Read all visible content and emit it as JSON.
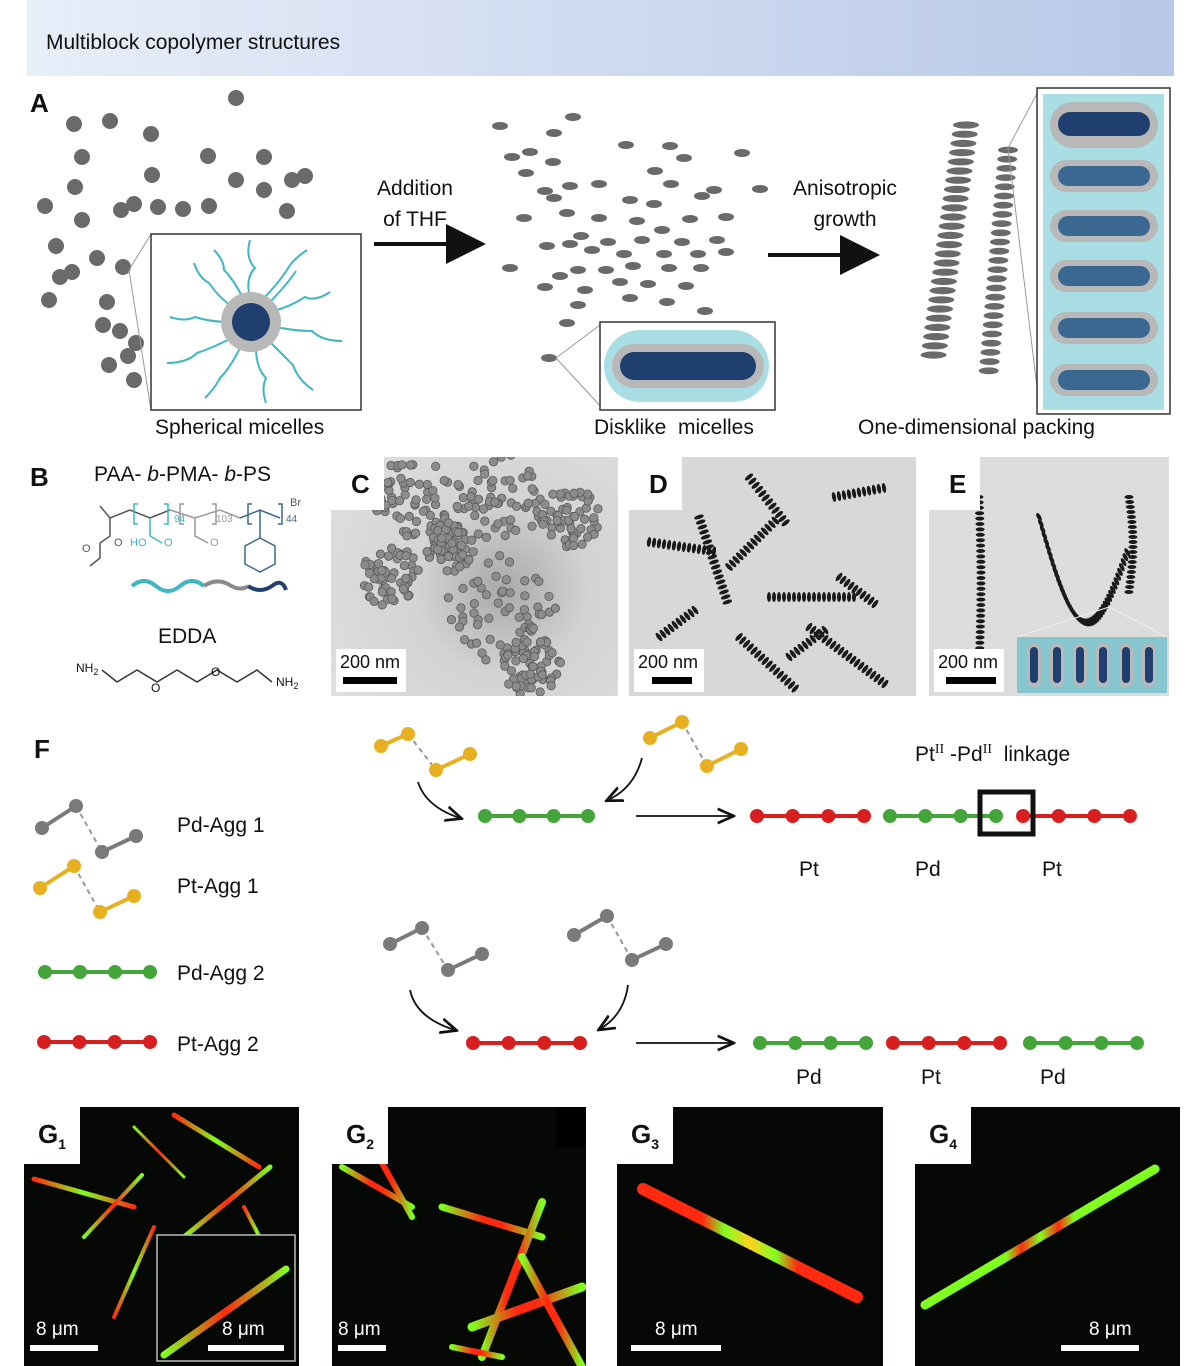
{
  "header": {
    "title": "Multiblock copolymer structures"
  },
  "panels": {
    "a": "A",
    "b": "B",
    "c": "C",
    "d": "D",
    "e": "E",
    "f": "F",
    "g1": "G",
    "g2": "G",
    "g3": "G",
    "g4": "G",
    "g1_sub": "1",
    "g2_sub": "2",
    "g3_sub": "3",
    "g4_sub": "4"
  },
  "panel_a": {
    "step1_line1": "Addition",
    "step1_line2": "of THF",
    "step2_line1": "Anisotropic",
    "step2_line2": "growth",
    "label_spherical": "Spherical micelles",
    "label_disklike": "Disklike  micelles",
    "label_packing": "One-dimensional packing"
  },
  "panel_b": {
    "polymer_prefix": "PAA- ",
    "polymer_b1": "b",
    "polymer_mid": "-PMA- ",
    "polymer_b2": "b",
    "polymer_suffix": "-PS",
    "sub_94": "94",
    "sub_103": "103",
    "sub_44": "44",
    "br": "Br",
    "ho": "HO",
    "o1": "O",
    "o2": "O",
    "o3": "O",
    "o4": "O",
    "edda": "EDDA",
    "nh2_left": "NH",
    "nh2_right": "NH",
    "sub_2": "2",
    "edda_o1": "O",
    "edda_o2": "O"
  },
  "tem": {
    "c_scale": "200 nm",
    "d_scale": "200 nm",
    "e_scale": "200 nm"
  },
  "panel_f": {
    "legend": [
      {
        "label": "Pd-Agg 1",
        "color": "#7a7a7a"
      },
      {
        "label": "Pt-Agg 1",
        "color": "#e8b020"
      },
      {
        "label": "Pd-Agg 2",
        "color": "#44a63a"
      },
      {
        "label": "Pt-Agg 2",
        "color": "#d81f1f"
      }
    ],
    "linkage_pt": "Pt",
    "linkage_pd": " -Pd",
    "linkage_sup": "II",
    "linkage_text": "linkage",
    "top_segments": [
      "Pt",
      "Pd",
      "Pt"
    ],
    "bottom_segments": [
      "Pd",
      "Pt",
      "Pd"
    ]
  },
  "fluorescence": {
    "g1_scale": "8 μm",
    "g1_inset_scale": "8 μm",
    "g2_scale": "8 μm",
    "g3_scale": "8 μm",
    "g4_scale": "8 μm"
  },
  "colors": {
    "teal": "#3fb6c4",
    "navy": "#1f3f6e",
    "gray_micelle": "#6e6e6e",
    "green": "#44a63a",
    "red": "#d81f1f",
    "gold": "#e8b020"
  }
}
